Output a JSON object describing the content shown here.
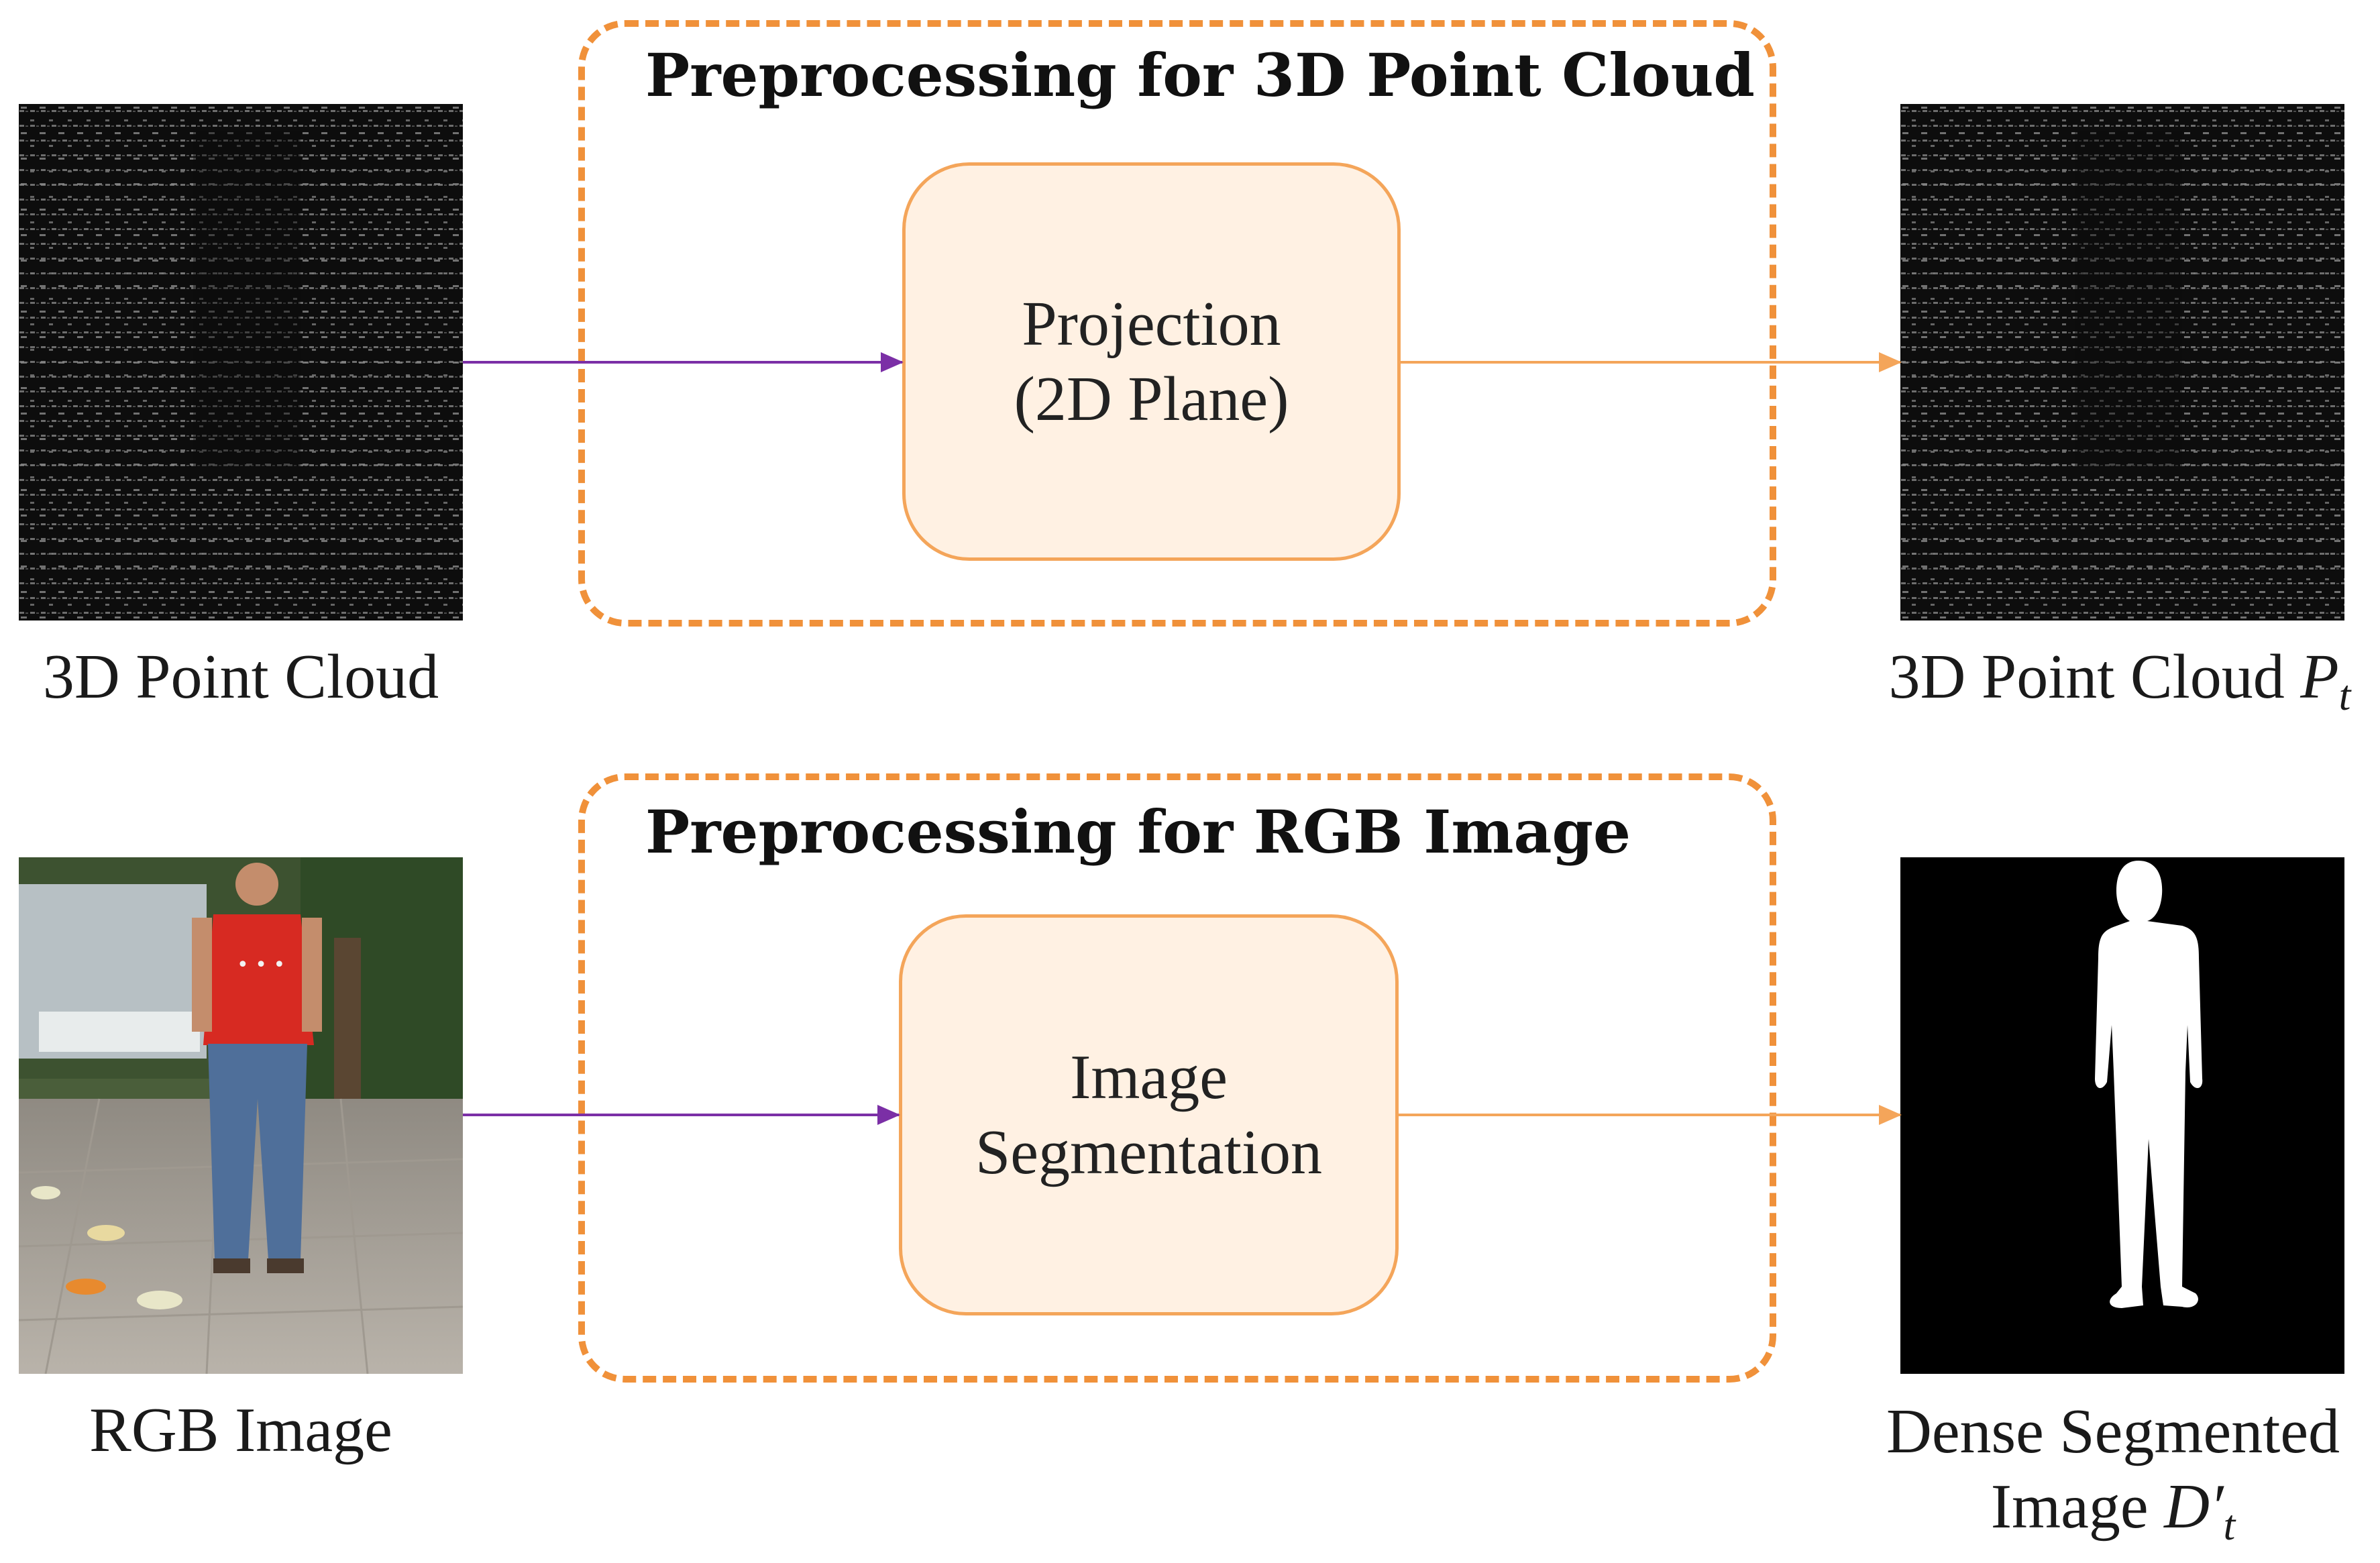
{
  "top": {
    "group_title": "Preprocessing for 3D Point Cloud",
    "process_line1": "Projection",
    "process_line2": "(2D Plane)",
    "input_label": "3D Point Cloud",
    "output_label": "3D Point Cloud",
    "output_symbol": "P",
    "output_subscript": "t"
  },
  "bottom": {
    "group_title": "Preprocessing for RGB Image",
    "process_line1": "Image",
    "process_line2": "Segmentation",
    "input_label": "RGB Image",
    "output_label_line1": "Dense Segmented",
    "output_label_line2": "Image",
    "output_symbol": "D′",
    "output_subscript": "t"
  },
  "colors": {
    "dashed_border": "#f0913a",
    "process_fill": "#fff1e3",
    "process_border": "#f4a55a",
    "input_arrow": "#7b2fa6",
    "output_arrow": "#f4a55a"
  }
}
